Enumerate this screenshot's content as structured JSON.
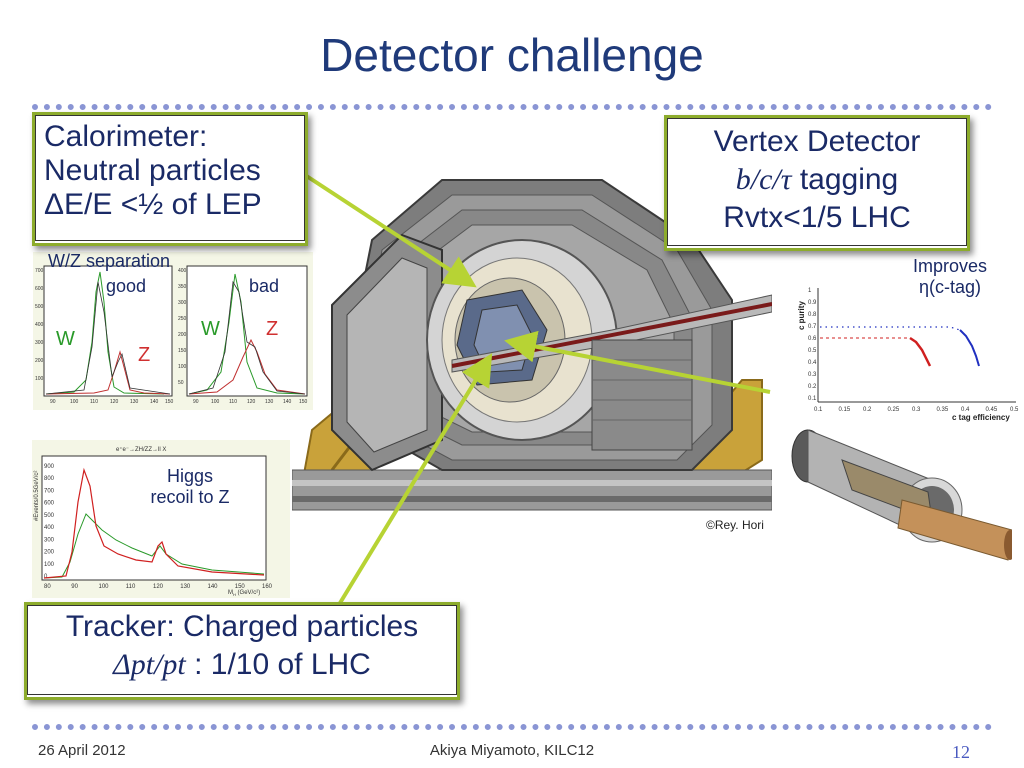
{
  "slide": {
    "title": "Detector challenge",
    "calorimeter": {
      "line1": "Calorimeter:",
      "line2": "Neutral particles",
      "delta_e": "ΔE/E <½",
      "line3_rest": " of LEP"
    },
    "vertex": {
      "line1": "Vertex Detector",
      "tag_symbols": "b/c/τ",
      "tag_rest": " tagging",
      "line3": "Rvtx<1/5 LHC"
    },
    "tracker": {
      "line1": "Tracker: Charged particles",
      "delta_pt": "Δpt/pt",
      "line2_rest": " : 1/10 of LHC"
    },
    "wz": {
      "caption": "W/Z separation",
      "good": "good",
      "bad": "bad",
      "w": "W",
      "z": "Z"
    },
    "higgs": {
      "line1": "Higgs",
      "line2": "recoil to Z",
      "process": "e⁺e⁻→ZH/ZZ→ll X",
      "yaxis": "#Events/0.5GeV/c²",
      "xaxis": "M",
      "xaxis_sub": "H",
      "xaxis_unit": " (GeV/c²)",
      "yticks": [
        "900",
        "800",
        "700",
        "600",
        "500",
        "400",
        "300",
        "200",
        "100",
        "0"
      ],
      "xticks": [
        "80",
        "90",
        "100",
        "110",
        "120",
        "130",
        "140",
        "150",
        "160"
      ]
    },
    "ctag": {
      "improves": "Improves",
      "eta": "η(c-tag)",
      "ylabel": "c purity",
      "xlabel": "c tag efficiency",
      "yticks": [
        "1",
        "0.9",
        "0.8",
        "0.7",
        "0.6",
        "0.5",
        "0.4",
        "0.3",
        "0.2",
        "0.1"
      ],
      "xticks": [
        "0.1",
        "0.15",
        "0.2",
        "0.25",
        "0.3",
        "0.35",
        "0.4",
        "0.45",
        "0.5"
      ]
    },
    "credit": "©Rey. Hori",
    "footer": {
      "date": "26 April 2012",
      "author": "Akiya Miyamoto, KILC12",
      "page": "12"
    },
    "colors": {
      "title": "#1f3a7a",
      "box_border": "#8dac2c",
      "dots": "#8a95d4",
      "arrow": "#b7d334"
    }
  }
}
